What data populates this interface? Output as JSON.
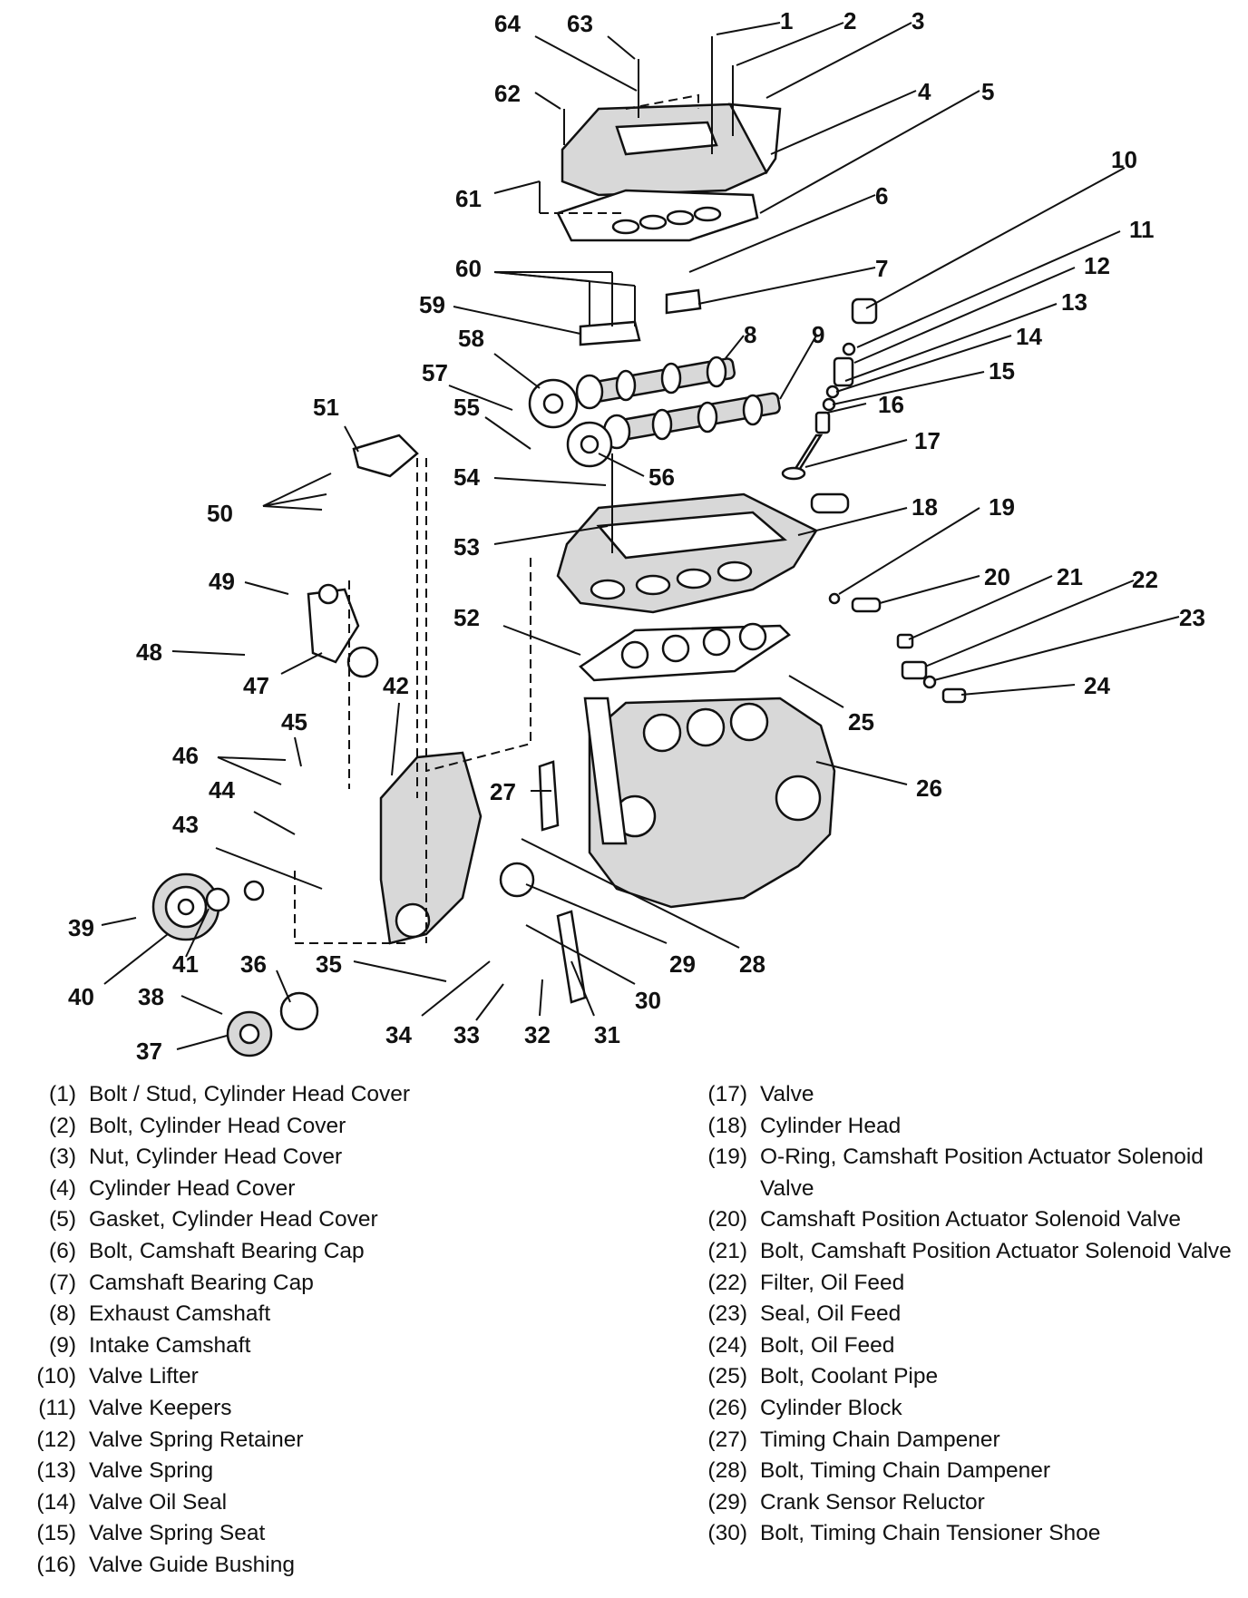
{
  "callouts": [
    {
      "n": "1"
    },
    {
      "n": "2"
    },
    {
      "n": "3"
    },
    {
      "n": "4"
    },
    {
      "n": "5"
    },
    {
      "n": "6"
    },
    {
      "n": "7"
    },
    {
      "n": "8"
    },
    {
      "n": "9"
    },
    {
      "n": "10"
    },
    {
      "n": "11"
    },
    {
      "n": "12"
    },
    {
      "n": "13"
    },
    {
      "n": "14"
    },
    {
      "n": "15"
    },
    {
      "n": "16"
    },
    {
      "n": "17"
    },
    {
      "n": "18"
    },
    {
      "n": "19"
    },
    {
      "n": "20"
    },
    {
      "n": "21"
    },
    {
      "n": "22"
    },
    {
      "n": "23"
    },
    {
      "n": "24"
    },
    {
      "n": "25"
    },
    {
      "n": "26"
    },
    {
      "n": "27"
    },
    {
      "n": "28"
    },
    {
      "n": "29"
    },
    {
      "n": "30"
    },
    {
      "n": "31"
    },
    {
      "n": "32"
    },
    {
      "n": "33"
    },
    {
      "n": "34"
    },
    {
      "n": "35"
    },
    {
      "n": "36"
    },
    {
      "n": "37"
    },
    {
      "n": "38"
    },
    {
      "n": "39"
    },
    {
      "n": "40"
    },
    {
      "n": "41"
    },
    {
      "n": "42"
    },
    {
      "n": "43"
    },
    {
      "n": "44"
    },
    {
      "n": "45"
    },
    {
      "n": "46"
    },
    {
      "n": "47"
    },
    {
      "n": "48"
    },
    {
      "n": "49"
    },
    {
      "n": "50"
    },
    {
      "n": "51"
    },
    {
      "n": "52"
    },
    {
      "n": "53"
    },
    {
      "n": "54"
    },
    {
      "n": "55"
    },
    {
      "n": "56"
    },
    {
      "n": "57"
    },
    {
      "n": "58"
    },
    {
      "n": "59"
    },
    {
      "n": "60"
    },
    {
      "n": "61"
    },
    {
      "n": "62"
    },
    {
      "n": "63"
    },
    {
      "n": "64"
    }
  ],
  "legend": {
    "left": [
      {
        "num": "(1)",
        "text": "Bolt / Stud, Cylinder Head Cover"
      },
      {
        "num": "(2)",
        "text": "Bolt, Cylinder Head Cover"
      },
      {
        "num": "(3)",
        "text": "Nut, Cylinder Head Cover"
      },
      {
        "num": "(4)",
        "text": "Cylinder Head Cover"
      },
      {
        "num": "(5)",
        "text": "Gasket, Cylinder Head Cover"
      },
      {
        "num": "(6)",
        "text": "Bolt, Camshaft Bearing Cap"
      },
      {
        "num": "(7)",
        "text": "Camshaft Bearing Cap"
      },
      {
        "num": "(8)",
        "text": "Exhaust Camshaft"
      },
      {
        "num": "(9)",
        "text": "Intake Camshaft"
      },
      {
        "num": "(10)",
        "text": "Valve Lifter"
      },
      {
        "num": "(11)",
        "text": "Valve Keepers"
      },
      {
        "num": "(12)",
        "text": "Valve Spring Retainer"
      },
      {
        "num": "(13)",
        "text": "Valve Spring"
      },
      {
        "num": "(14)",
        "text": "Valve Oil Seal"
      },
      {
        "num": "(15)",
        "text": "Valve Spring Seat"
      },
      {
        "num": "(16)",
        "text": "Valve Guide Bushing"
      }
    ],
    "right": [
      {
        "num": "(17)",
        "text": "Valve"
      },
      {
        "num": "(18)",
        "text": "Cylinder Head"
      },
      {
        "num": "(19)",
        "text": "O-Ring, Camshaft Position Actuator Solenoid Valve"
      },
      {
        "num": "(20)",
        "text": "Camshaft Position Actuator Solenoid Valve"
      },
      {
        "num": "(21)",
        "text": "Bolt, Camshaft Position Actuator Solenoid Valve"
      },
      {
        "num": "(22)",
        "text": "Filter, Oil Feed"
      },
      {
        "num": "(23)",
        "text": "Seal, Oil Feed"
      },
      {
        "num": "(24)",
        "text": "Bolt, Oil Feed"
      },
      {
        "num": "(25)",
        "text": "Bolt, Coolant Pipe"
      },
      {
        "num": "(26)",
        "text": "Cylinder Block"
      },
      {
        "num": "(27)",
        "text": "Timing Chain Dampener"
      },
      {
        "num": "(28)",
        "text": "Bolt, Timing Chain Dampener"
      },
      {
        "num": "(29)",
        "text": "Crank Sensor Reluctor"
      },
      {
        "num": "(30)",
        "text": "Bolt, Timing Chain Tensioner Shoe"
      }
    ]
  }
}
